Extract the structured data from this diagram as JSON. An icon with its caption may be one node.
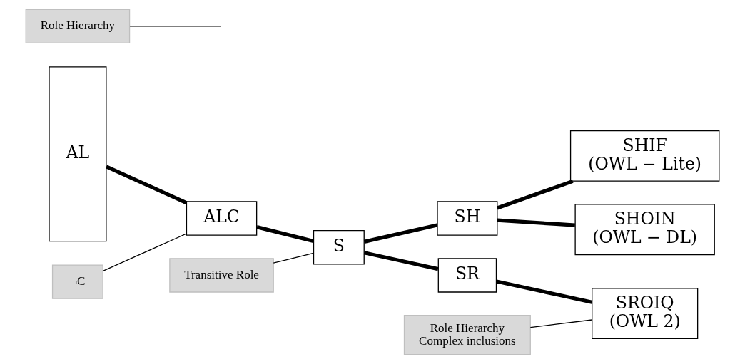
{
  "diagram": {
    "nodes": [
      {
        "text": [
          "AL"
        ]
      },
      {
        "text": [
          "ALC"
        ]
      },
      {
        "text": [
          "¬C"
        ]
      },
      {
        "text": [
          "S"
        ]
      },
      {
        "text": [
          "Transitive Role"
        ]
      },
      {
        "text": [
          "SH"
        ]
      },
      {
        "text": [
          "SR"
        ]
      },
      {
        "text": [
          "Role Hierarchy"
        ]
      },
      {
        "text": [
          "SHIF",
          "(OWL − Lite)"
        ]
      },
      {
        "text": [
          "SHOIN",
          "(OWL − DL)"
        ]
      },
      {
        "text": [
          "SROIQ",
          "(OWL 2)"
        ]
      },
      {
        "text": [
          "Role Hierarchy",
          "Complex inclusions"
        ]
      }
    ],
    "edges": [
      {
        "from": 0,
        "to": 1,
        "arrow": "none"
      },
      {
        "from": 2,
        "to": 1,
        "arrow": "none"
      },
      {
        "from": 1,
        "to": 3,
        "arrow": "none"
      },
      {
        "from": 4,
        "to": 3,
        "arrow": "none"
      },
      {
        "from": 3,
        "to": 5,
        "arrow": "none"
      },
      {
        "from": 3,
        "to": 6,
        "arrow": "none"
      },
      {
        "from": 7,
        "to": null,
        "arrow": "none"
      },
      {
        "from": 5,
        "to": 8,
        "arrow": "none"
      },
      {
        "from": 5,
        "to": 9,
        "arrow": "none"
      },
      {
        "from": 6,
        "to": 10,
        "arrow": "none"
      },
      {
        "from": 11,
        "to": 10,
        "arrow": "none"
      }
    ]
  }
}
